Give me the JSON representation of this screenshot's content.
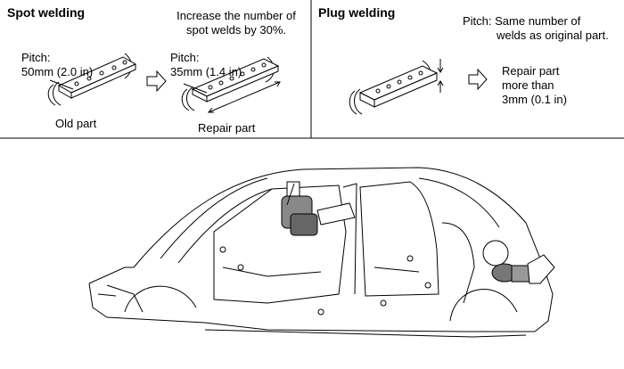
{
  "spot_welding": {
    "title": "Spot welding",
    "note_line1": "Increase the number of",
    "note_line2": "spot welds by 30%.",
    "old_pitch_label": "Pitch:",
    "old_pitch_value": "50mm (2.0 in)",
    "new_pitch_label": "Pitch:",
    "new_pitch_value": "35mm (1.4 in)",
    "old_part_label": "Old part",
    "repair_part_label": "Repair part"
  },
  "plug_welding": {
    "title": "Plug welding",
    "pitch_line1": "Pitch:  Same number of",
    "pitch_line2": "welds as original part.",
    "repair_line1": "Repair part",
    "repair_line2": "more than",
    "repair_line3": "3mm (0.1 in)"
  },
  "icons": {
    "arrow": "hollow-right-arrow",
    "spot_welder": "spot-welder-icon",
    "plug_welder": "plug-welder-icon",
    "car_body": "car-body-side-frame"
  }
}
